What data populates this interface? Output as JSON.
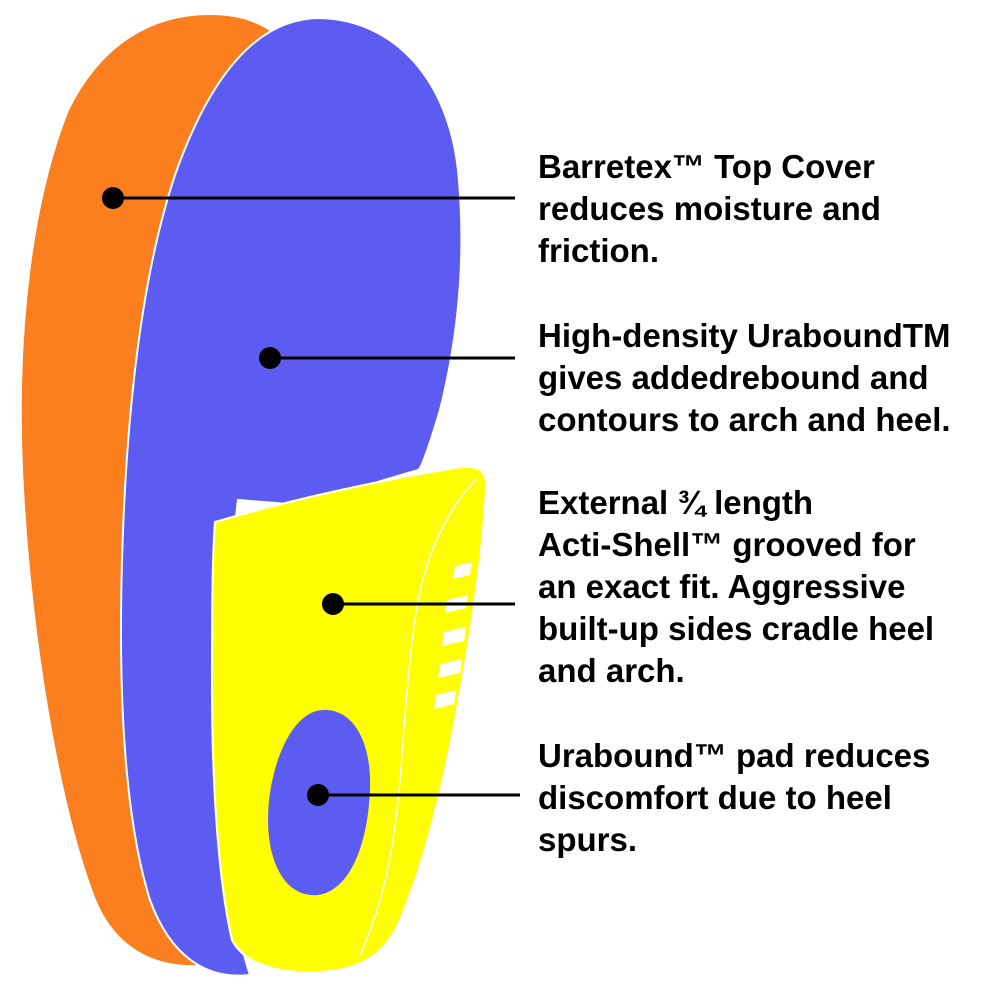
{
  "colors": {
    "top_cover": "#fb7f1e",
    "urabound": "#5c5cf2",
    "acti_shell": "#ffff00",
    "pad": "#5c5cf2",
    "leader": "#000000",
    "background": "#ffffff"
  },
  "callouts": [
    {
      "id": "top-cover",
      "lines": [
        "Barretex™  Top Cover",
        "reduces moisture and",
        "friction."
      ]
    },
    {
      "id": "urabound",
      "lines": [
        "High-density UraboundTM",
        "gives addedrebound and",
        "contours to arch and heel."
      ]
    },
    {
      "id": "shell",
      "lines": [
        "External ¾ length",
        "Acti-Shell™ grooved for",
        "an exact fit.  Aggressive",
        "built-up sides cradle heel",
        "and arch."
      ]
    },
    {
      "id": "pad",
      "lines": [
        "Urabound™ pad reduces",
        "discomfort due to heel",
        "spurs."
      ]
    }
  ]
}
